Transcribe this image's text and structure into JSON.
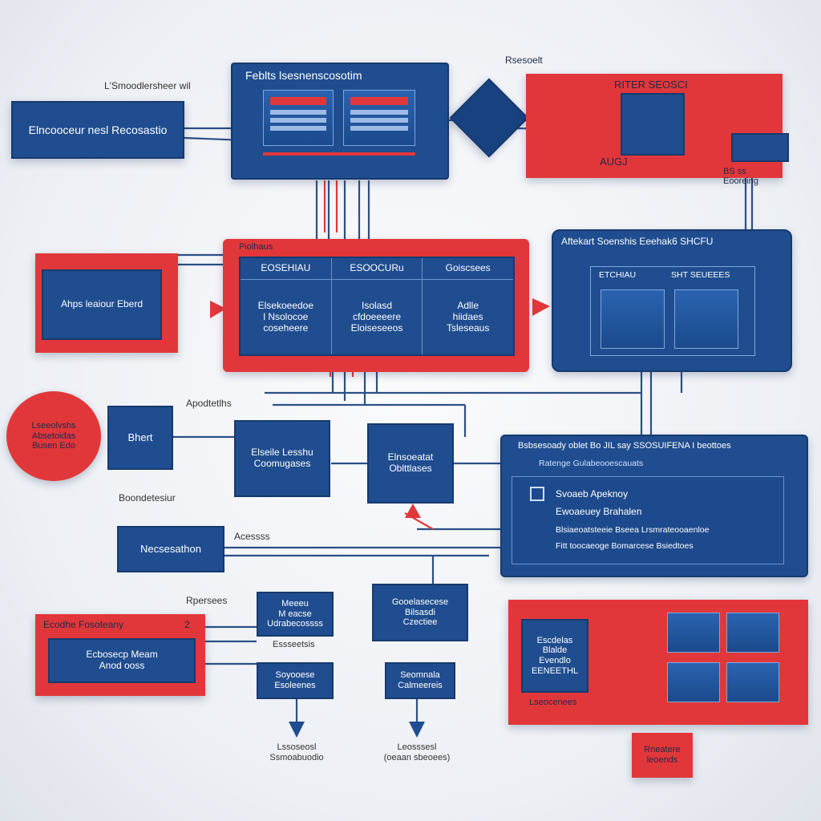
{
  "diagram": {
    "top_left_label": "L'Smoodlersheer wil",
    "top_left_box": "Elncooceur nesl Recosastio",
    "top_center_title": "Feblts lsesnenscosotim",
    "top_center_caption": "Rsesoelt",
    "top_right_title": "RITER SEOSCI",
    "top_right_sub": "AUGJ",
    "top_right_badge": "BS ss Eooreing",
    "mid_left_box": "Ahps leaiour Eberd",
    "mid_center_header": "Piolhaus",
    "mid_center_cols": [
      {
        "head": "EOSEHIAU",
        "body": "Elsekoeedoe\nl Nsolocoe\ncoseheere"
      },
      {
        "head": "ESOOCURu",
        "body": "Isolasd\ncfdoeeeere\nEloiseseeos"
      },
      {
        "head": "Goiscsees",
        "body": "Adlle\nhiidaes\nTsleseaus"
      }
    ],
    "mid_right_title": "Aftekart Soenshis Eeehak6 SHCFU",
    "mid_right_header_a": "ETCHIAU",
    "mid_right_header_b": "SHT SEUEEES",
    "left_circle": "Lseeolvshs\nAbsetoidas\nBusen Edo",
    "row3_label": "Apodtetlhs",
    "box_short": "Bhert",
    "box_a": "Elseile Lesshu\nCoomugases",
    "box_b": "Elnsoeatat\nOblttlases",
    "right_panel_title": "Bsbsesoady oblet Bo JIL say SSOSUIFENA I beottoes",
    "right_panel_sub": "Ratenge Gulabeooescauats",
    "right_panel_items": [
      "Svoaeb Apeknoy",
      "Ewoaeuey Brahalen",
      "Blsiaeoatsteeie Bseea Lrsmrateooaenloe",
      "Fitt toocaeoge Bomarcese Bsiedtoes"
    ],
    "label_beode": "Boondetesiur",
    "label_access": "Acessss",
    "box_necessal": "Necsesathon",
    "label_reprhenen": "Rpersees",
    "pink_title": "Ecodhe Fosoteany",
    "pink_badge": "2",
    "pink_box": "Ecbosecp Meam\nAnod ooss",
    "box_small_1": "Meeeu\nM eacse\nUdrabecossss",
    "label_essesse": "Essseetsis",
    "box_small_2": "Soyooese\nEsoleenes",
    "box_mid_1": "Gooelasecese\nBilsasdi\nCzectiee",
    "box_mid_2": "Seomnala\nCalmeereis",
    "bottom_label_1": "Lssoseosl\nSsmoabuodio",
    "bottom_label_2": "Leosssesl\n(oeaan sbeoees)",
    "br_box": "Escdelas\nBlalde\nEvendlo\nEENEETHL",
    "br_caption": "Lseocenees",
    "br_tag": "Rneatere\nleoends",
    "colors": {
      "navy": "#1f4d8f",
      "red": "#e2373a",
      "wire": "#2c4f86"
    }
  }
}
